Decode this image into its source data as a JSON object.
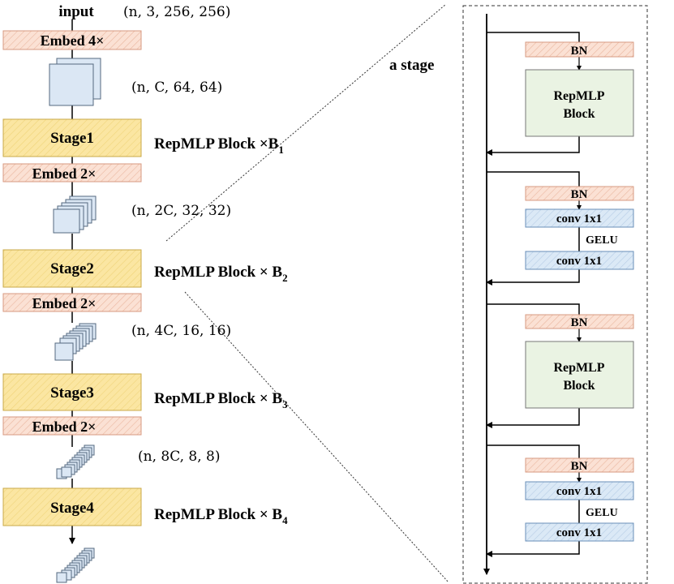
{
  "left": {
    "input_label": "input",
    "shapes": [
      "(n, 3, 256, 256)",
      "(n, C, 64, 64)",
      "(n, 2C, 32, 32)",
      "(n, 4C, 16, 16)",
      "(n, 8C, 8, 8)"
    ],
    "embeds": [
      "Embed 4×",
      "Embed 2×",
      "Embed 2×",
      "Embed 2×"
    ],
    "stages": [
      "Stage1",
      "Stage2",
      "Stage3",
      "Stage4"
    ],
    "stage_desc": {
      "prefix": "RepMLP Block ×",
      "items": [
        {
          "b": "B",
          "sub": "1"
        },
        {
          "b": " B",
          "sub": "2"
        },
        {
          "b": " B",
          "sub": "3"
        },
        {
          "b": " B",
          "sub": "4"
        }
      ]
    }
  },
  "right": {
    "title": "a stage",
    "bn_label": "BN",
    "repmlp_block_line1": "RepMLP",
    "repmlp_block_line2": "Block",
    "conv_label": "conv 1x1",
    "gelu_label": "GELU"
  },
  "colors": {
    "embed_fill": "#fbe1d4",
    "embed_stroke": "#d79a82",
    "stage_fill": "#fbe6a2",
    "stage_stroke": "#c9a94a",
    "cube_fill": "#dbe7f4",
    "cube_stroke": "#55697f",
    "repmlp_fill": "#eaf3e3",
    "conv_fill": "#dbe9f6",
    "conv_stroke": "#6a8fb8"
  }
}
